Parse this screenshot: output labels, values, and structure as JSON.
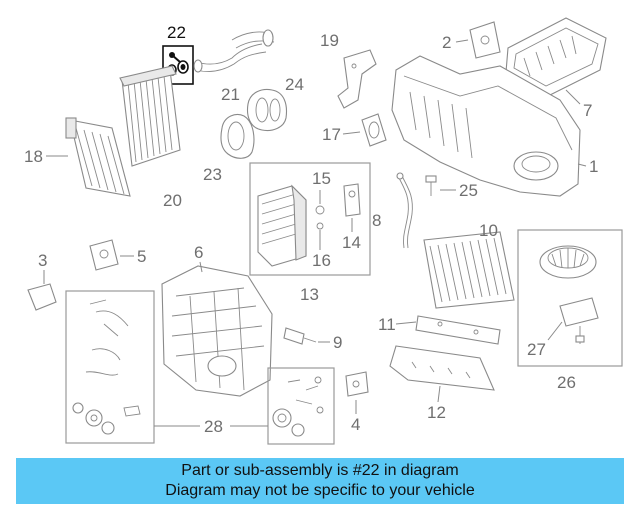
{
  "diagram": {
    "callouts": [
      "22",
      "21",
      "24",
      "19",
      "2",
      "7",
      "18",
      "20",
      "23",
      "17",
      "1",
      "15",
      "8",
      "25",
      "14",
      "16",
      "10",
      "3",
      "6",
      "5",
      "13",
      "9",
      "11",
      "27",
      "26",
      "4",
      "12",
      "28"
    ],
    "highlighted_callout": "22"
  },
  "banner": {
    "line1": "Part or sub-assembly is #22 in diagram",
    "line2": "Diagram may not be specific to your vehicle"
  }
}
